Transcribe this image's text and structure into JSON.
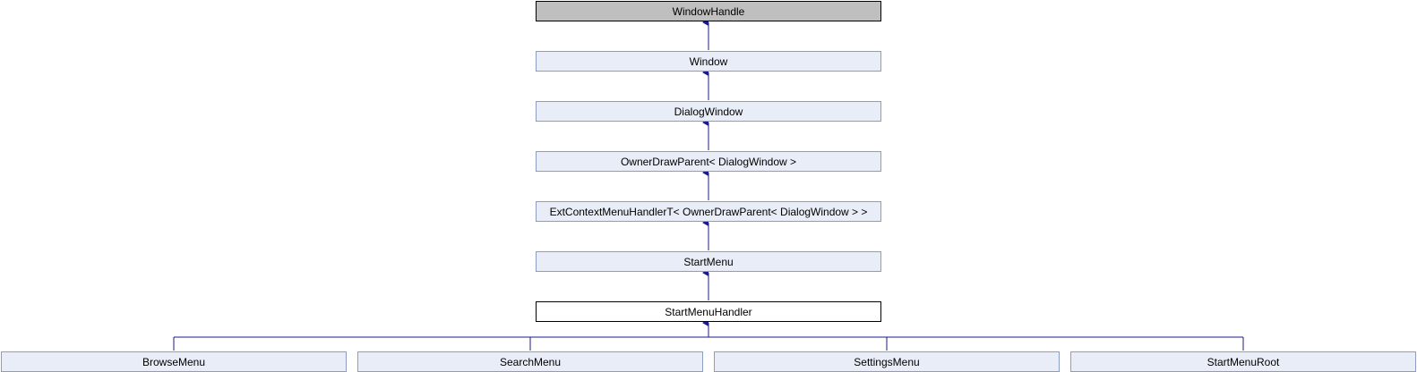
{
  "diagram": {
    "colors": {
      "edge": "#1a1a8c",
      "node_fill": "#e9edf7",
      "node_border": "#8c9dbf",
      "root_fill": "#bfbfbf",
      "current_fill": "#ffffff"
    },
    "chain": [
      {
        "label": "WindowHandle"
      },
      {
        "label": "Window"
      },
      {
        "label": "DialogWindow"
      },
      {
        "label": "OwnerDrawParent< DialogWindow >"
      },
      {
        "label": "ExtContextMenuHandlerT< OwnerDrawParent< DialogWindow > >"
      },
      {
        "label": "StartMenu"
      },
      {
        "label": "StartMenuHandler"
      }
    ],
    "children": [
      {
        "label": "BrowseMenu"
      },
      {
        "label": "SearchMenu"
      },
      {
        "label": "SettingsMenu"
      },
      {
        "label": "StartMenuRoot"
      }
    ]
  }
}
